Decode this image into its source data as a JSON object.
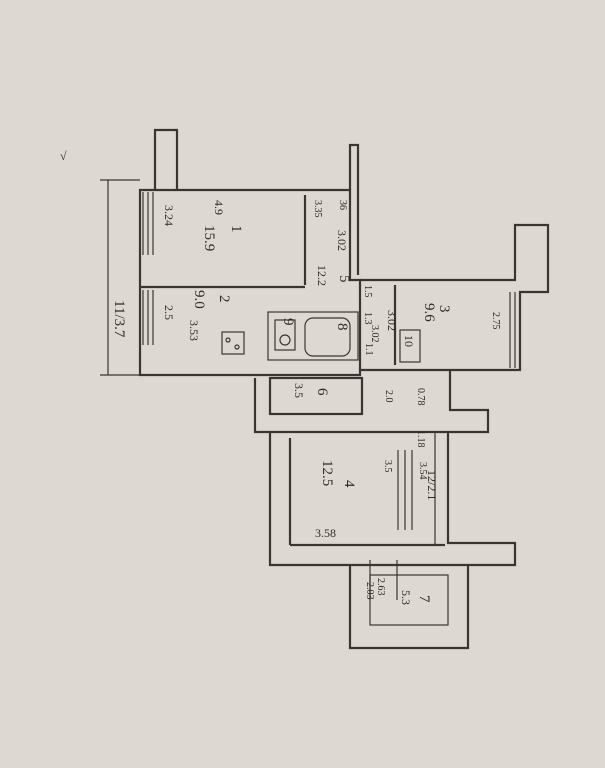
{
  "plan": {
    "corner_mark": "√",
    "overall_dims": {
      "left_total": "11/3.7",
      "right_total": "12/2.1"
    },
    "rooms": [
      {
        "id": "1",
        "num": "1",
        "area": "15.9",
        "width": "4.9",
        "depth": "3.24",
        "side": "3.35"
      },
      {
        "id": "2",
        "num": "2",
        "area": "9.0",
        "width": "3.53",
        "depth": "2.5"
      },
      {
        "id": "3",
        "num": "3",
        "area": "9.6",
        "width": "3.02",
        "depth": "2.75"
      },
      {
        "id": "4",
        "num": "4",
        "area": "12.5",
        "width": "3.58",
        "depth": "3.5",
        "side": "3.54"
      },
      {
        "id": "5",
        "num": "5",
        "area": "12.2",
        "width": "3.02",
        "aux": "1.3"
      },
      {
        "id": "6",
        "num": "6",
        "area": "3.5"
      },
      {
        "id": "7",
        "num": "7",
        "area": "5.3",
        "width": "2.63",
        "depth": "2.03"
      },
      {
        "id": "8",
        "num": "8"
      },
      {
        "id": "9",
        "num": "9"
      },
      {
        "id": "10",
        "num": "10"
      }
    ],
    "dims": {
      "d_1_1": "1.1",
      "d_1_5": "1.5",
      "d_2_0": "2.0",
      "d_0_78": "0.78",
      "d_1_18": "1.18",
      "d_36": "36",
      "d_3_02b": "3.02"
    }
  }
}
